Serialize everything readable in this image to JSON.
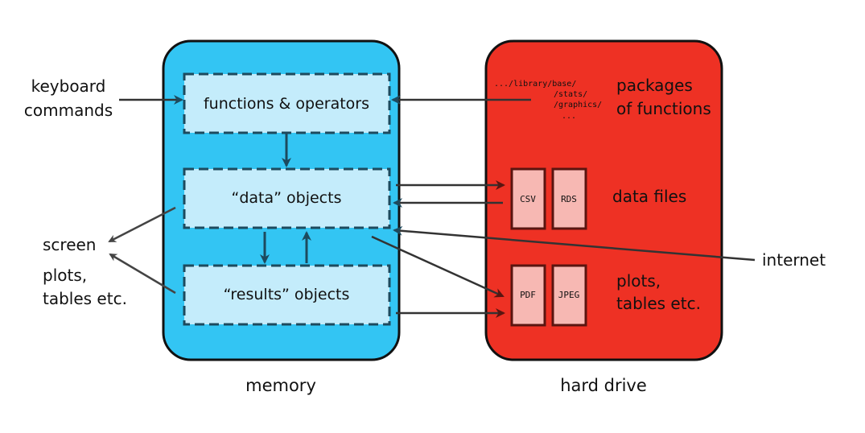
{
  "diagram": {
    "colors": {
      "memory_fill": "#33c5f3",
      "memory_inner_fill": "#c4ecfb",
      "memory_dash": "#1d4a5e",
      "drive_fill": "#ee3124",
      "file_fill": "#f7b8b3",
      "file_stroke": "#5a1510",
      "arrow_gray": "#444444",
      "arrow_dark_blue": "#1d4a5e",
      "arrow_dark_red": "#5a1510"
    },
    "memory": {
      "label": "memory",
      "boxes": {
        "functions": "functions & operators",
        "data": "“data” objects",
        "results": "“results” objects"
      }
    },
    "hard_drive": {
      "label": "hard drive",
      "packages": {
        "paths": [
          ".../library/base/",
          "/stats/",
          "/graphics/",
          "..."
        ],
        "label_line1": "packages",
        "label_line2": "of functions"
      },
      "data_files": {
        "label": "data files",
        "files": [
          "CSV",
          "RDS"
        ]
      },
      "output_files": {
        "label_line1": "plots,",
        "label_line2": "tables etc.",
        "files": [
          "PDF",
          "JPEG"
        ]
      }
    },
    "external": {
      "keyboard_line1": "keyboard",
      "keyboard_line2": "commands",
      "screen": "screen",
      "plots_line1": "plots,",
      "plots_line2": "tables etc.",
      "internet": "internet"
    }
  }
}
